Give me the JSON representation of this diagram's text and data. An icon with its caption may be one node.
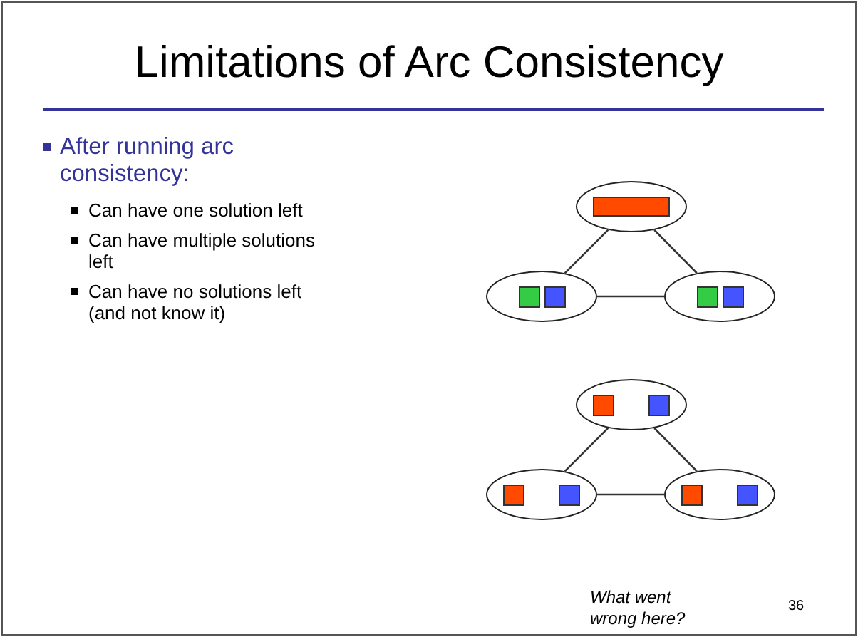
{
  "diagram": {
    "title": "Limitations of Arc Consistency",
    "nodes": [
      {
        "text": [],
        "shape": "ellipse"
      },
      {
        "text": [],
        "shape": "ellipse"
      },
      {
        "text": [],
        "shape": "ellipse"
      },
      {
        "text": [],
        "shape": "ellipse"
      },
      {
        "text": [],
        "shape": "ellipse"
      },
      {
        "text": [],
        "shape": "ellipse"
      }
    ],
    "edges": [
      {
        "from": 0,
        "to": 1,
        "arrow": "none"
      },
      {
        "from": 0,
        "to": 2,
        "arrow": "none"
      },
      {
        "from": 1,
        "to": 2,
        "arrow": "none"
      },
      {
        "from": 3,
        "to": 4,
        "arrow": "none"
      },
      {
        "from": 3,
        "to": 5,
        "arrow": "none"
      },
      {
        "from": 4,
        "to": 5,
        "arrow": "none"
      }
    ],
    "labels": [
      "After running arc consistency:",
      "Can have one solution left",
      "Can have multiple solutions left",
      "Can have no solutions left (and not know it)",
      "What went wrong here?",
      "36"
    ]
  }
}
